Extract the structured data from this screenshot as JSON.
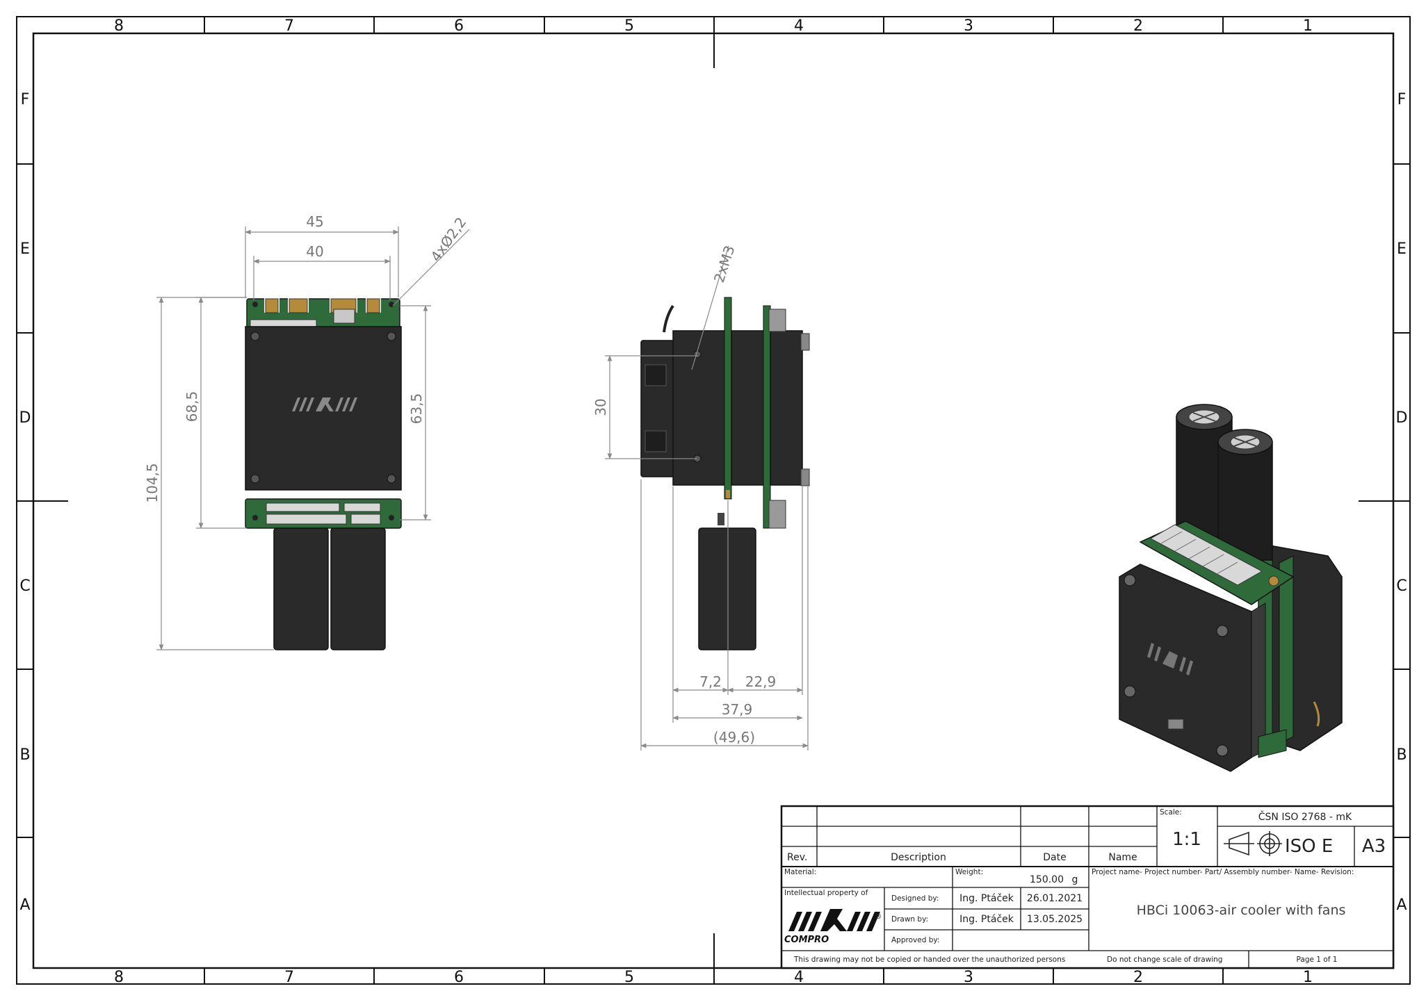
{
  "zones": {
    "columns": [
      "8",
      "7",
      "6",
      "5",
      "4",
      "3",
      "2",
      "1"
    ],
    "rows": [
      "F",
      "E",
      "D",
      "C",
      "B",
      "A"
    ]
  },
  "front_view": {
    "dim_45": "45",
    "dim_40": "40",
    "dim_holes": "4xØ2,2",
    "dim_104_5": "104,5",
    "dim_68_5": "68,5",
    "dim_63_5": "63,5"
  },
  "side_view": {
    "dim_2xm3": "2xM3",
    "dim_30": "30",
    "dim_7_2": "7,2",
    "dim_22_9": "22,9",
    "dim_37_9": "37,9",
    "dim_49_6": "(49,6)"
  },
  "title_block": {
    "rev_label": "Rev.",
    "description_label": "Description",
    "date_label": "Date",
    "name_label": "Name",
    "scale_label": "Scale:",
    "scale_value": "1:1",
    "standard": "ČSN ISO 2768 - mK",
    "projection": "ISO E",
    "sheet_size": "A3",
    "material_label": "Material:",
    "weight_label": "Weight:",
    "weight_value": "150.00",
    "weight_unit": "g",
    "project_label": "Project name- Project number- Part/ Assembly number- Name- Revision:",
    "intellectual_label": "Intellectual property of",
    "designed_label": "Designed by:",
    "designed_name": "Ing. Ptáček",
    "designed_date": "26.01.2021",
    "drawn_label": "Drawn by:",
    "drawn_name": "Ing. Ptáček",
    "drawn_date": "13.05.2025",
    "approved_label": "Approved by:",
    "part_title": "HBCi 10063-air cooler with fans",
    "logo_text": "COMPRO",
    "logo_reg": "®",
    "copy_notice": "This drawing may not be copied or handed over the unauthorized persons",
    "no_scale_notice": "Do not change scale of drawing",
    "page_label": "Page  1  of  1"
  }
}
